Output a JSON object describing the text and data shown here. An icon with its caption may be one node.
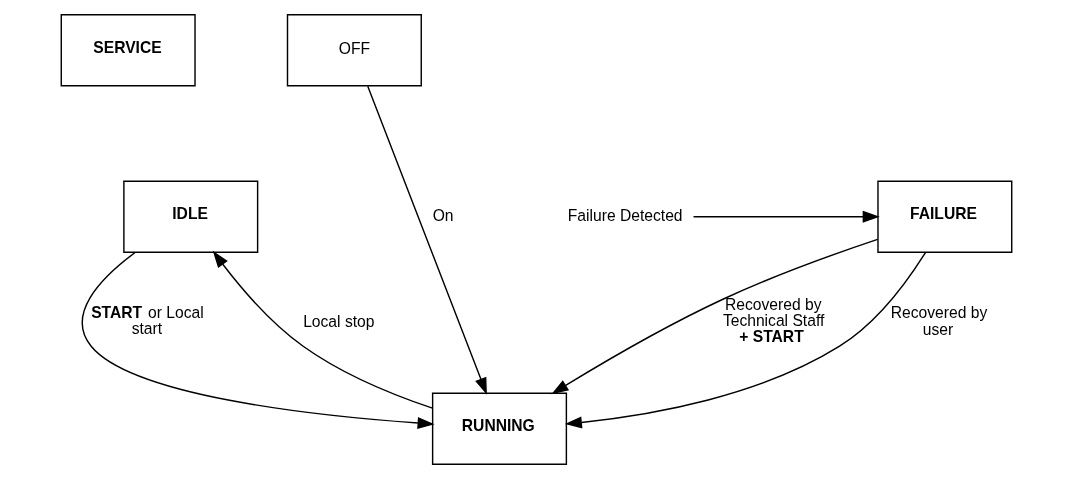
{
  "diagram": {
    "nodes": [
      {
        "text": [
          "SERVICE"
        ]
      },
      {
        "text": [
          "OFF"
        ]
      },
      {
        "text": [
          "IDLE"
        ]
      },
      {
        "text": [
          "FAILURE"
        ]
      },
      {
        "text": [
          "RUNNING"
        ]
      },
      {
        "text": [
          "Failure Detected"
        ]
      }
    ],
    "edges": [
      {
        "from": 2,
        "to": 4,
        "arrow": "to",
        "label": "**START** or Local start"
      },
      {
        "from": 1,
        "to": 4,
        "arrow": "to",
        "label": "On"
      },
      {
        "from": 3,
        "to": 4,
        "arrow": "to",
        "label": "Recovered by Technical Staff **+ START**"
      },
      {
        "from": 3,
        "to": 4,
        "arrow": "to",
        "label": "Recovered by user"
      },
      {
        "from": 4,
        "to": 2,
        "arrow": "to",
        "label": "Local stop"
      },
      {
        "from": 5,
        "to": 3,
        "arrow": "to"
      }
    ]
  }
}
